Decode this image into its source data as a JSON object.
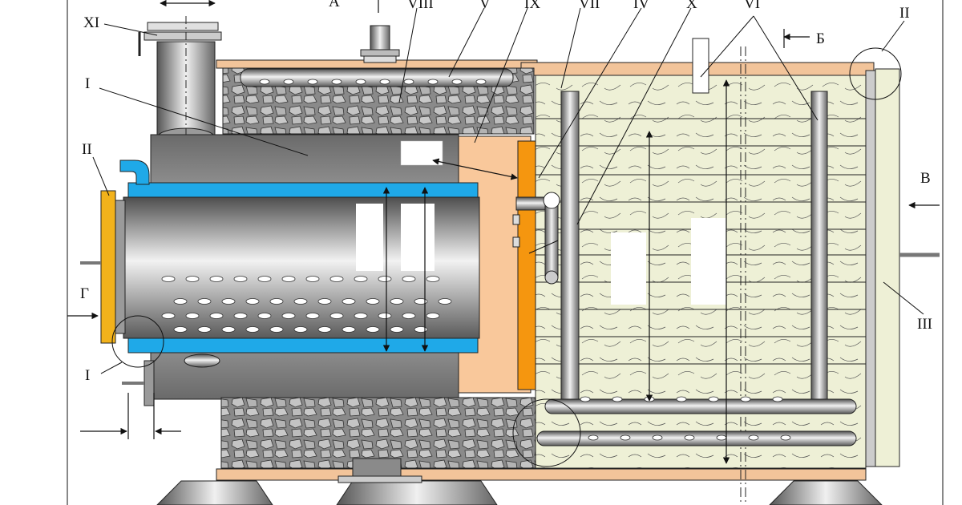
{
  "labels": {
    "xi": "XI",
    "a": "А",
    "viii": "VIII",
    "v": "V",
    "ix": "IX",
    "vii": "VII",
    "iv": "IV",
    "x": "X",
    "vi": "VI",
    "b_section": "Б",
    "ii_top_right": "II",
    "i_top": "I",
    "ii_left": "II",
    "g_arrow": "Г",
    "i_bottom": "I",
    "v_arrow": "В",
    "iii": "III"
  },
  "colors": {
    "steel_dark": "#5a5a5a",
    "steel_mid": "#9a9a9a",
    "steel_light": "#e8e8e8",
    "water_jacket": "#1fa9e8",
    "flange_yellow": "#f2b21b",
    "refractory": "#f9c89b",
    "orange_plate": "#f5960f",
    "insulation": "#ecefd2",
    "stone": "#b5b5b5",
    "brick": "#f2c49a",
    "frame": "#111111"
  },
  "icons": {
    "direction_arrow": "arrow-left-icon",
    "stone_fill": "stone-icon"
  }
}
